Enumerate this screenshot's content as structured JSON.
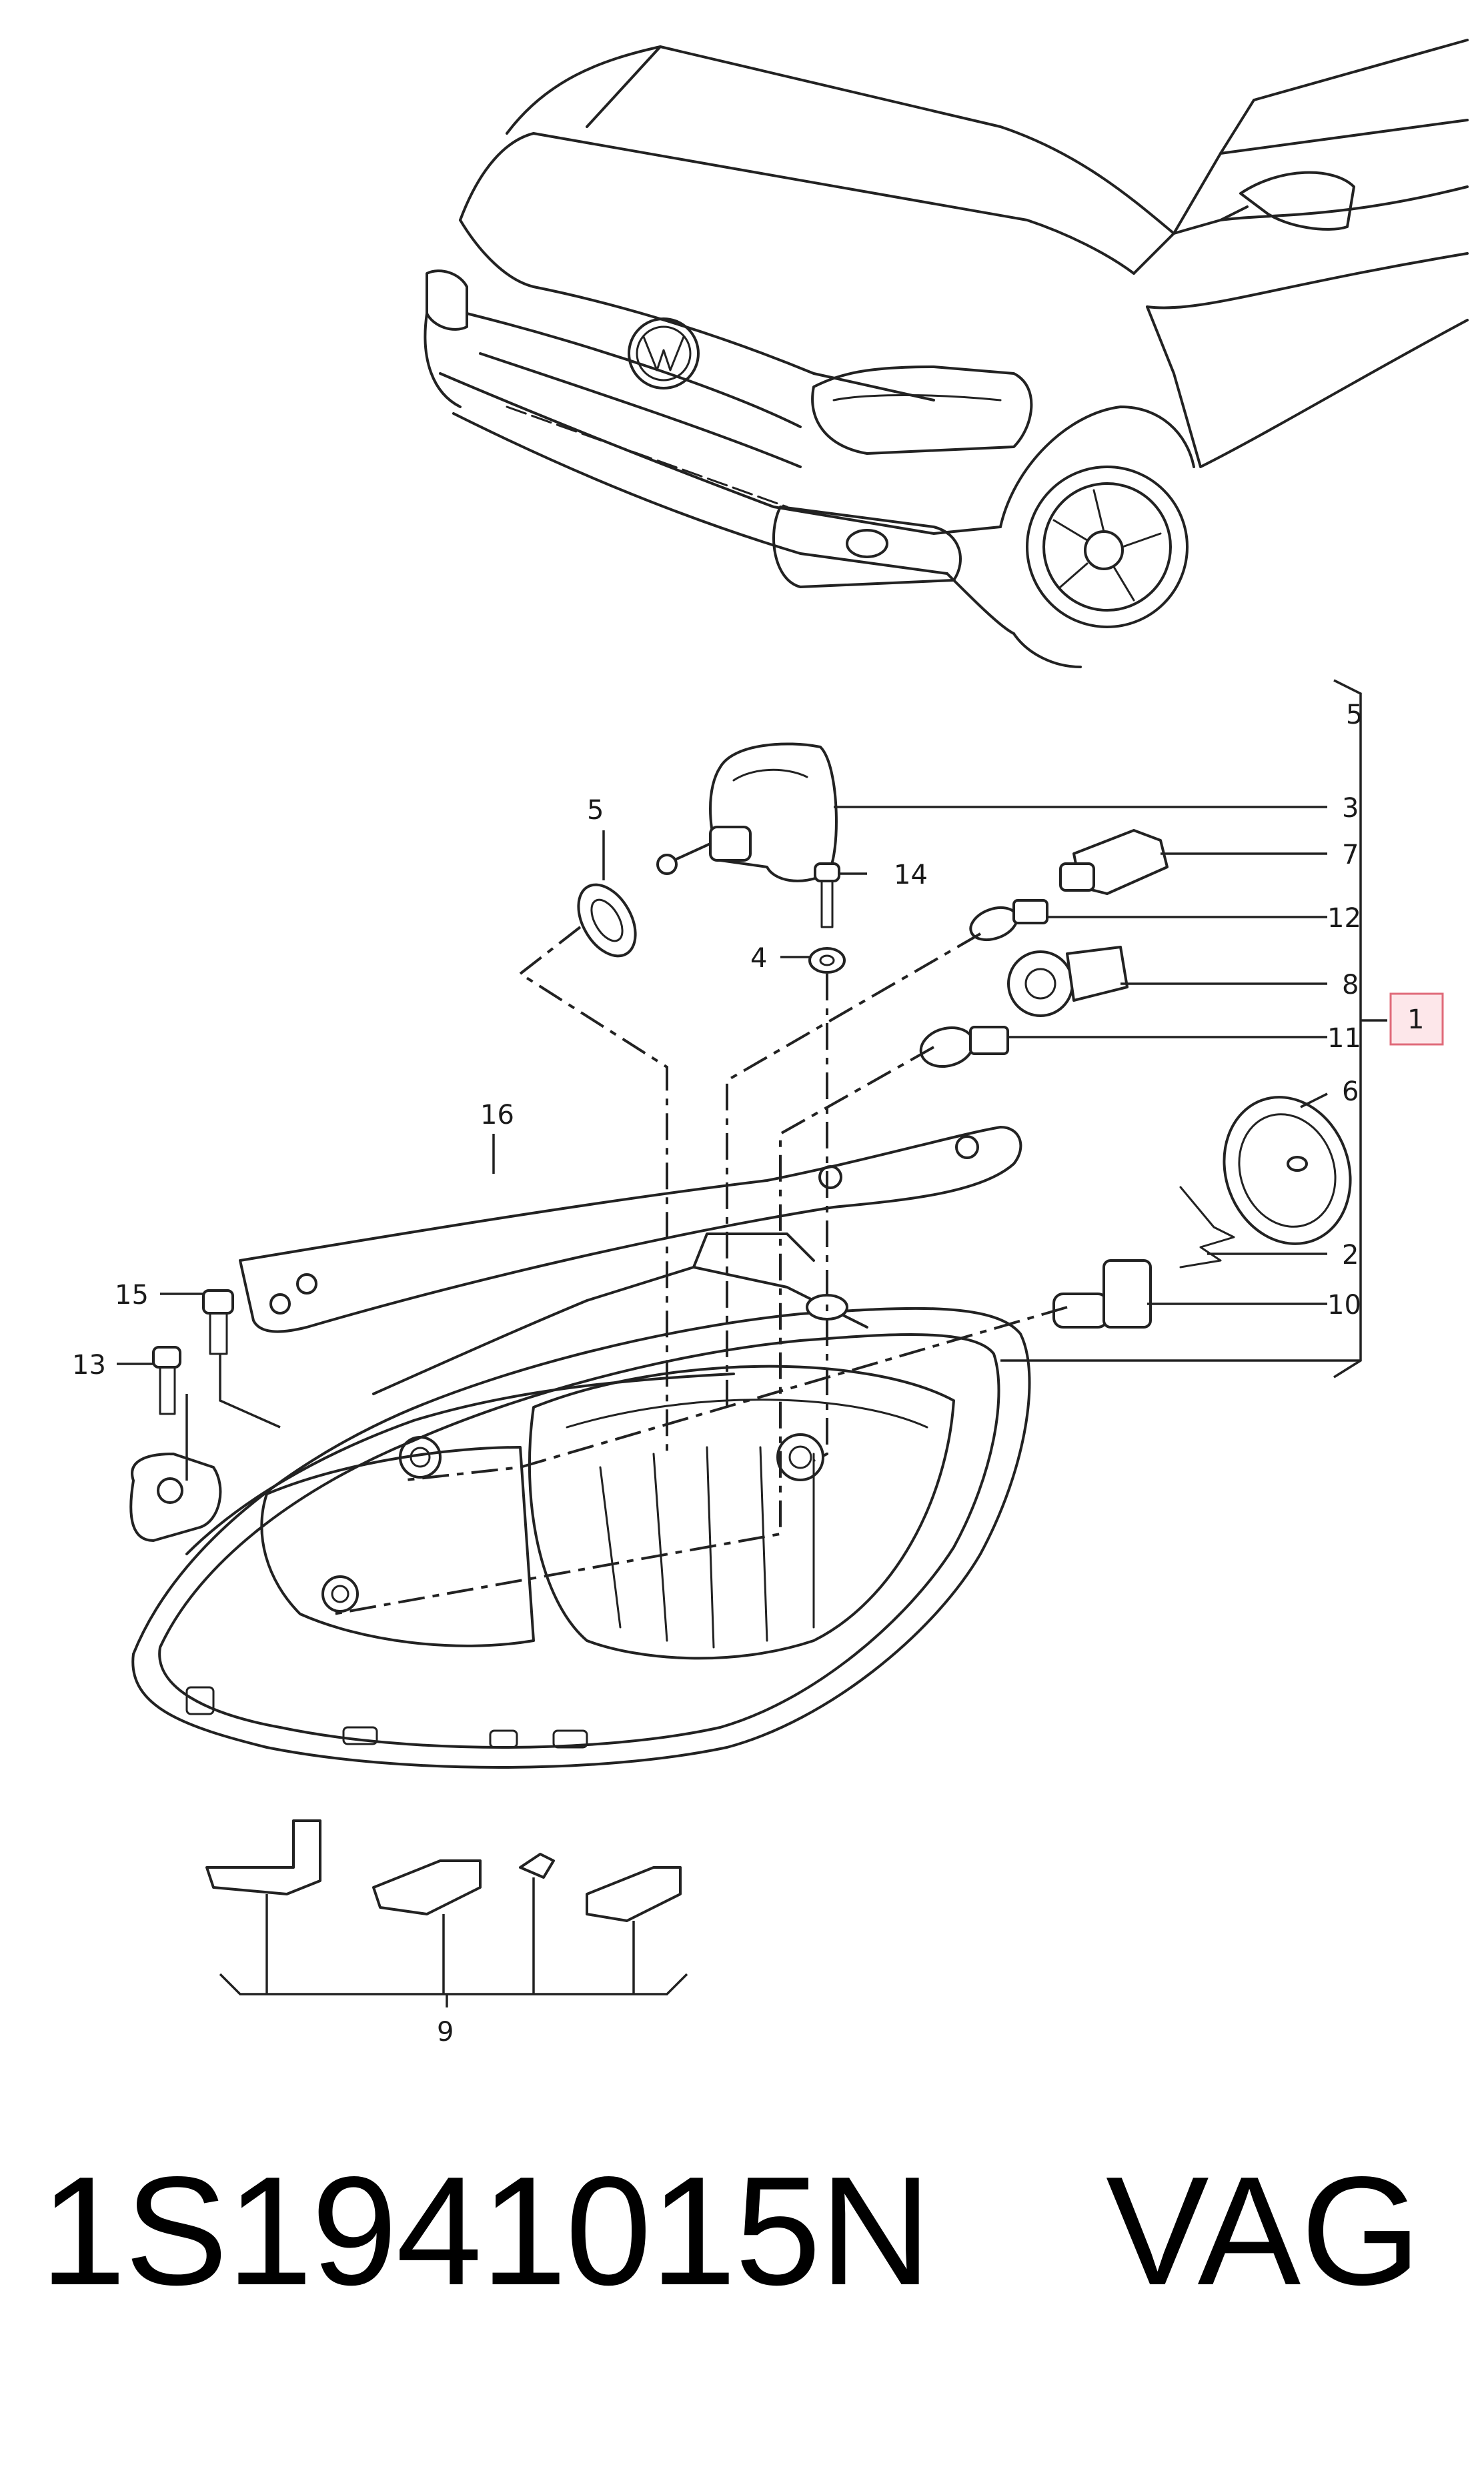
{
  "labels": {
    "l1": "1",
    "l2": "2",
    "l3": "3",
    "l4": "4",
    "l5_top": "5",
    "l5_left": "5",
    "l6": "6",
    "l7": "7",
    "l8": "8",
    "l9": "9",
    "l10": "10",
    "l11": "11",
    "l12": "12",
    "l13": "13",
    "l14": "14",
    "l15": "15",
    "l16": "16"
  },
  "part_number": "1S1941015N",
  "brand": "VAG",
  "colors": {
    "line": "#222222",
    "highlight_fill": "#fde7ea",
    "highlight_stroke": "#e06b7a"
  }
}
